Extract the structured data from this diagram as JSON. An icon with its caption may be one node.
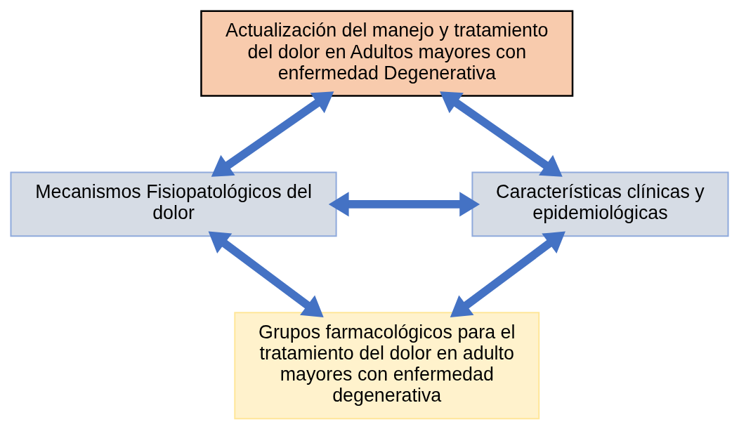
{
  "diagram": {
    "nodes": [
      {
        "text": [
          "Actualización del manejo y tratamiento del dolor en Adultos mayores con enfermedad Degenerativa"
        ]
      },
      {
        "text": [
          "Mecanismos Fisiopatológicos del dolor"
        ]
      },
      {
        "text": [
          "Características clínicas y epidemiológicas"
        ]
      },
      {
        "text": [
          "Grupos farmacológicos para el tratamiento del dolor en adulto mayores con enfermedad degenerativa"
        ]
      }
    ],
    "edges": [
      {
        "from": 0,
        "to": 1,
        "arrow": "both"
      },
      {
        "from": 0,
        "to": 2,
        "arrow": "both"
      },
      {
        "from": 1,
        "to": 2,
        "arrow": "both"
      },
      {
        "from": 1,
        "to": 3,
        "arrow": "both"
      },
      {
        "from": 2,
        "to": 3,
        "arrow": "both"
      }
    ]
  }
}
